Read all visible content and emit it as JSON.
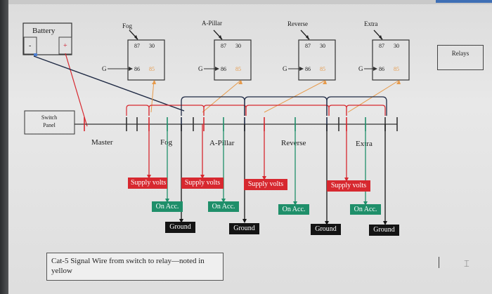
{
  "battery": {
    "title": "Battery",
    "neg": "-",
    "pos": "+"
  },
  "switch_panel": {
    "line1": "Switch",
    "line2": "Panel"
  },
  "relays_box": {
    "label": "Relays"
  },
  "relays": [
    {
      "name": "Fog",
      "pin87": "87",
      "pin30": "30",
      "pin86": "86",
      "pin85": "85",
      "g": "G"
    },
    {
      "name": "A-Pillar",
      "pin87": "87",
      "pin30": "30",
      "pin86": "86",
      "pin85": "85",
      "g": "G"
    },
    {
      "name": "Reverse",
      "pin87": "87",
      "pin30": "30",
      "pin86": "86",
      "pin85": "85",
      "g": "G"
    },
    {
      "name": "Extra",
      "pin87": "87",
      "pin30": "30",
      "pin86": "86",
      "pin85": "85",
      "g": "G"
    }
  ],
  "switches": [
    "Master",
    "Fog",
    "A-Pillar",
    "Reverse",
    "Extra"
  ],
  "supply_labels": [
    "Supply volts",
    "Supply volts",
    "Supply volts",
    "Supply volts"
  ],
  "acc_labels": [
    "On Acc.",
    "On Acc.",
    "On Acc.",
    "On Acc."
  ],
  "ground_labels": [
    "Ground",
    "Ground",
    "Ground",
    "Ground"
  ],
  "note": {
    "text": "Cat-5 Signal Wire from switch to relay—noted in yellow"
  },
  "colors": {
    "red": "#d7282f",
    "green": "#1f8f6a",
    "black": "#141414",
    "orange": "#e79a4a",
    "navy": "#1f2a44"
  }
}
